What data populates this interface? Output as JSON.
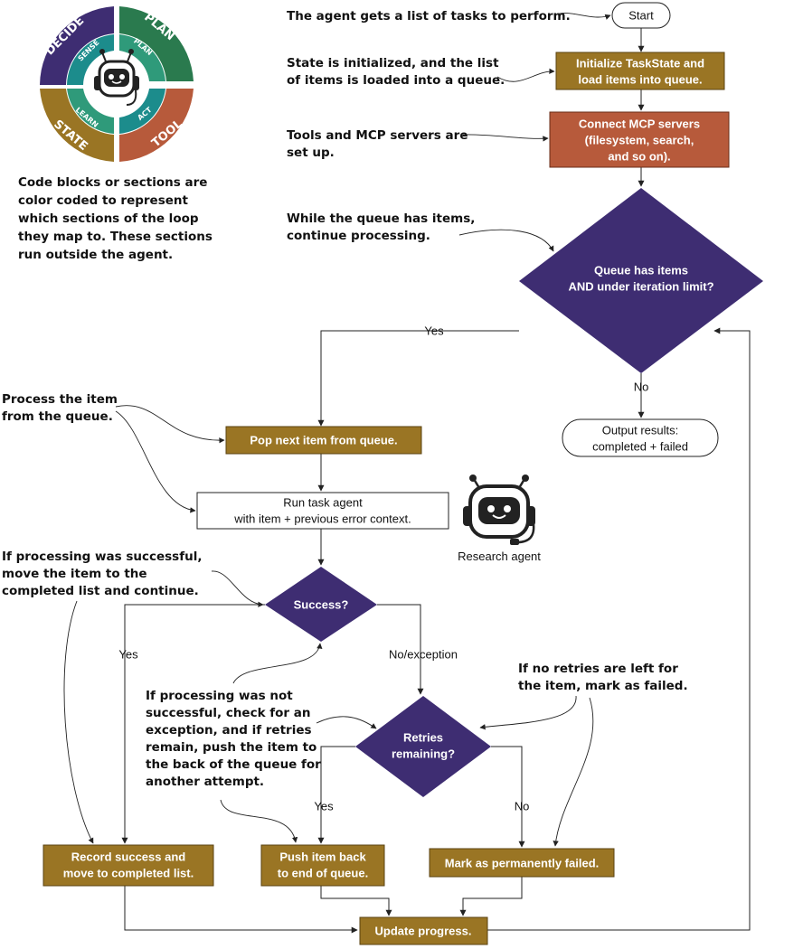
{
  "loop_logo": {
    "big": [
      "DECIDE",
      "PLAN",
      "TOOL",
      "STATE"
    ],
    "small": [
      "SENSE",
      "PLAN",
      "ACT",
      "LEARN"
    ]
  },
  "colors": {
    "gold": "#9a7524",
    "rust": "#b75a3b",
    "purple": "#3e2d72",
    "teal": "#1c8c8c",
    "green": "#2a7a4e",
    "white": "#ffffff"
  },
  "legend_text": [
    "Code blocks or sections are",
    "color coded to represent",
    "which sections of the loop",
    "they map to. These sections",
    "run outside the agent."
  ],
  "nodes": {
    "start": [
      "Start"
    ],
    "init": [
      "Initialize TaskState and",
      "load items into queue."
    ],
    "connect": [
      "Connect MCP servers",
      "(filesystem, search,",
      "and so on)."
    ],
    "queue": [
      "Queue has items",
      "AND under iteration limit?"
    ],
    "output": [
      "Output results:",
      "completed + failed"
    ],
    "pop": [
      "Pop next item from queue."
    ],
    "run": [
      "Run task agent",
      "with item + previous error context."
    ],
    "success": [
      "Success?"
    ],
    "retries": [
      "Retries",
      "remaining?"
    ],
    "record": [
      "Record success and",
      "move to completed list."
    ],
    "push": [
      "Push item back",
      "to end of queue."
    ],
    "failed": [
      "Mark as permanently failed."
    ],
    "update": [
      "Update progress."
    ]
  },
  "edge_labels": {
    "queue_yes": "Yes",
    "queue_no": "No",
    "success_yes": "Yes",
    "success_no": "No/exception",
    "retries_yes": "Yes",
    "retries_no": "No"
  },
  "annotations": {
    "tasks": [
      "The agent gets a list of tasks to perform."
    ],
    "state": [
      "State is initialized, and the list",
      "of items is loaded into a queue."
    ],
    "tools": [
      "Tools and MCP servers are",
      "set up."
    ],
    "while": [
      "While the queue has items,",
      "continue processing."
    ],
    "process": [
      "Process the item",
      "from the queue."
    ],
    "success_note": [
      "If processing was successful,",
      "move the item to the",
      "completed list and continue."
    ],
    "fail_note": [
      "If processing was not",
      "successful, check for an",
      "exception, and if retries",
      "remain, push the item to",
      "the back of the queue for",
      "another attempt."
    ],
    "no_retries": [
      "If no retries are left for",
      "the item, mark as failed."
    ]
  },
  "agent": {
    "caption": "Research agent"
  }
}
